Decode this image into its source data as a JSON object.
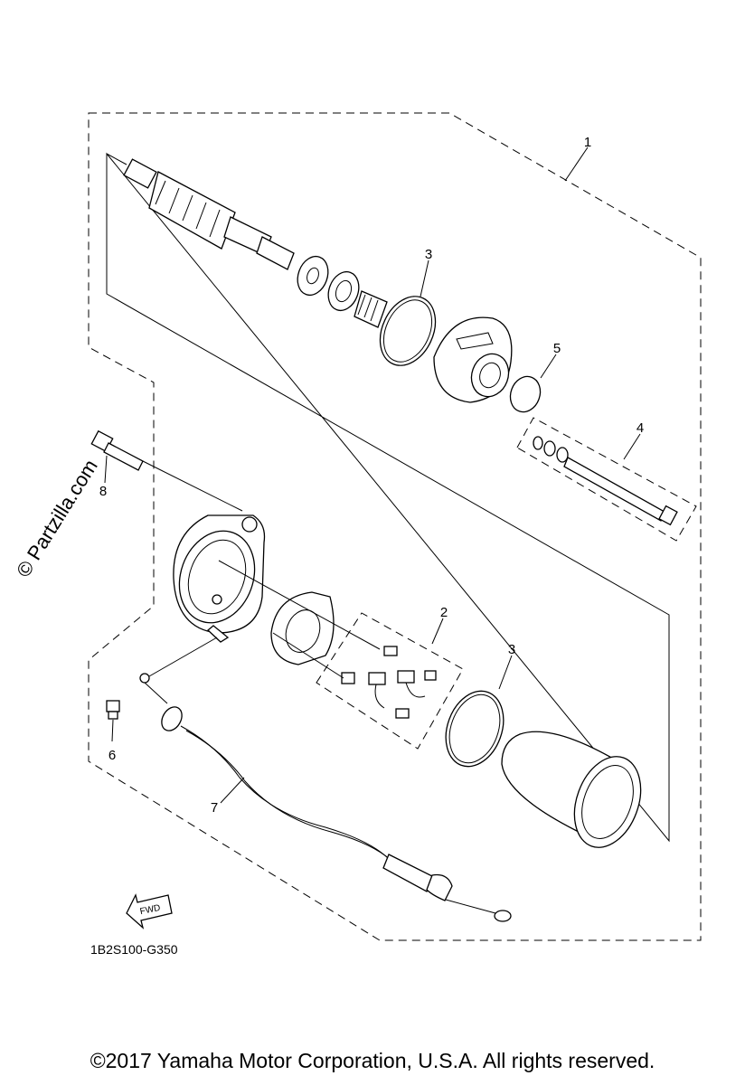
{
  "callouts": [
    {
      "id": "1",
      "text": "1"
    },
    {
      "id": "2",
      "text": "2"
    },
    {
      "id": "3a",
      "text": "3"
    },
    {
      "id": "3b",
      "text": "3"
    },
    {
      "id": "4",
      "text": "4"
    },
    {
      "id": "5",
      "text": "5"
    },
    {
      "id": "6",
      "text": "6"
    },
    {
      "id": "7",
      "text": "7"
    },
    {
      "id": "8",
      "text": "8"
    }
  ],
  "fwd_label": "FWD",
  "diagram_code": "1B2S100-G350",
  "watermark": "© Partzilla.com",
  "copyright": "©2017 Yamaha Motor Corporation, U.S.A. All rights reserved."
}
